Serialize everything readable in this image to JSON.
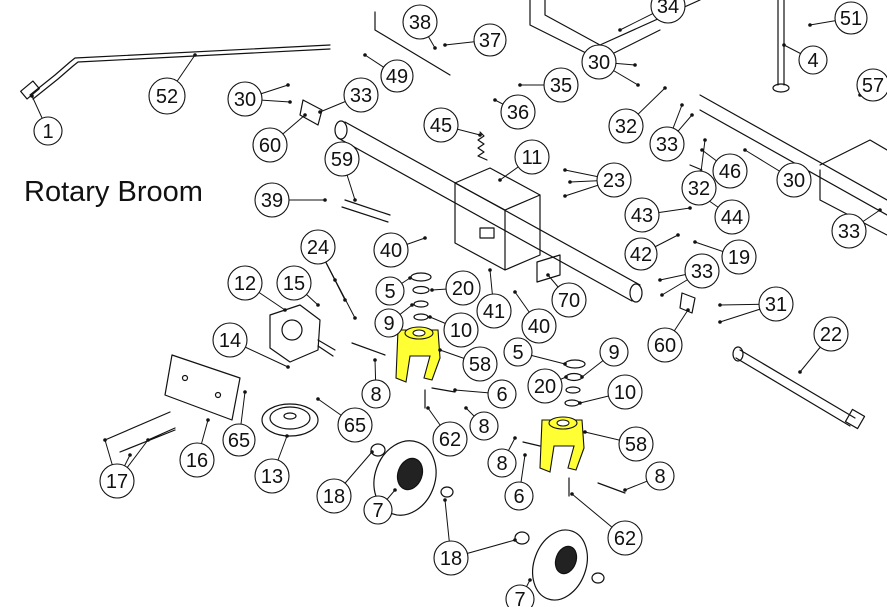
{
  "title": "Rotary Broom",
  "highlight_color": "#ffff33",
  "callouts": [
    {
      "id": "c-1",
      "label": "1"
    },
    {
      "id": "c-52",
      "label": "52"
    },
    {
      "id": "c-30a",
      "label": "30"
    },
    {
      "id": "c-33a",
      "label": "33"
    },
    {
      "id": "c-60a",
      "label": "60"
    },
    {
      "id": "c-49",
      "label": "49"
    },
    {
      "id": "c-38",
      "label": "38"
    },
    {
      "id": "c-37",
      "label": "37"
    },
    {
      "id": "c-35",
      "label": "35"
    },
    {
      "id": "c-36",
      "label": "36"
    },
    {
      "id": "c-34",
      "label": "34"
    },
    {
      "id": "c-51",
      "label": "51"
    },
    {
      "id": "c-4",
      "label": "4"
    },
    {
      "id": "c-57",
      "label": "57"
    },
    {
      "id": "c-30b",
      "label": "30"
    },
    {
      "id": "c-32a",
      "label": "32"
    },
    {
      "id": "c-33b",
      "label": "33"
    },
    {
      "id": "c-46",
      "label": "46"
    },
    {
      "id": "c-30c",
      "label": "30"
    },
    {
      "id": "c-32b",
      "label": "32"
    },
    {
      "id": "c-33c",
      "label": "33"
    },
    {
      "id": "c-45",
      "label": "45"
    },
    {
      "id": "c-11",
      "label": "11"
    },
    {
      "id": "c-23",
      "label": "23"
    },
    {
      "id": "c-43",
      "label": "43"
    },
    {
      "id": "c-44",
      "label": "44"
    },
    {
      "id": "c-42",
      "label": "42"
    },
    {
      "id": "c-19",
      "label": "19"
    },
    {
      "id": "c-33d",
      "label": "33"
    },
    {
      "id": "c-59",
      "label": "59"
    },
    {
      "id": "c-39",
      "label": "39"
    },
    {
      "id": "c-40a",
      "label": "40"
    },
    {
      "id": "c-24",
      "label": "24"
    },
    {
      "id": "c-12",
      "label": "12"
    },
    {
      "id": "c-15",
      "label": "15"
    },
    {
      "id": "c-5a",
      "label": "5"
    },
    {
      "id": "c-20a",
      "label": "20"
    },
    {
      "id": "c-41",
      "label": "41"
    },
    {
      "id": "c-70",
      "label": "70"
    },
    {
      "id": "c-40b",
      "label": "40"
    },
    {
      "id": "c-31",
      "label": "31"
    },
    {
      "id": "c-60b",
      "label": "60"
    },
    {
      "id": "c-22",
      "label": "22"
    },
    {
      "id": "c-9a",
      "label": "9"
    },
    {
      "id": "c-10a",
      "label": "10"
    },
    {
      "id": "c-14",
      "label": "14"
    },
    {
      "id": "c-58a",
      "label": "58"
    },
    {
      "id": "c-5b",
      "label": "5"
    },
    {
      "id": "c-9b",
      "label": "9"
    },
    {
      "id": "c-20b",
      "label": "20"
    },
    {
      "id": "c-10b",
      "label": "10"
    },
    {
      "id": "c-8a",
      "label": "8"
    },
    {
      "id": "c-6a",
      "label": "6"
    },
    {
      "id": "c-65a",
      "label": "65"
    },
    {
      "id": "c-65b",
      "label": "65"
    },
    {
      "id": "c-62a",
      "label": "62"
    },
    {
      "id": "c-8b",
      "label": "8"
    },
    {
      "id": "c-58b",
      "label": "58"
    },
    {
      "id": "c-16",
      "label": "16"
    },
    {
      "id": "c-13",
      "label": "13"
    },
    {
      "id": "c-8c",
      "label": "8"
    },
    {
      "id": "c-17",
      "label": "17"
    },
    {
      "id": "c-18a",
      "label": "18"
    },
    {
      "id": "c-7a",
      "label": "7"
    },
    {
      "id": "c-6b",
      "label": "6"
    },
    {
      "id": "c-8d",
      "label": "8"
    },
    {
      "id": "c-62b",
      "label": "62"
    },
    {
      "id": "c-18b",
      "label": "18"
    },
    {
      "id": "c-7b",
      "label": "7"
    }
  ]
}
